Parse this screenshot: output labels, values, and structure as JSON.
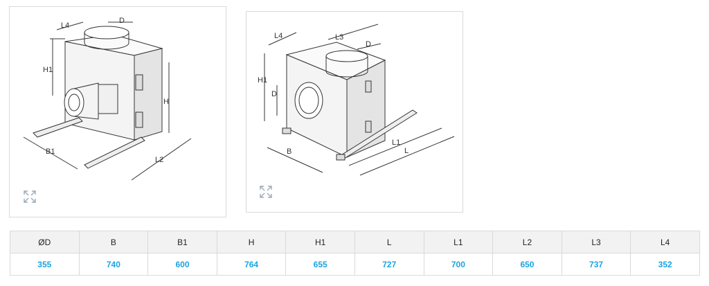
{
  "colors": {
    "value_blue": "#1ba3e0",
    "header_bg": "#f2f2f2",
    "border": "#d9d9d9",
    "line": "#333333"
  },
  "drawing1": {
    "labels": {
      "D": "D",
      "L4": "L4",
      "H1": "H1",
      "H": "H",
      "B1": "B1",
      "L2": "L2"
    },
    "expand_icon": "expand-icon"
  },
  "drawing2": {
    "labels": {
      "L4": "L4",
      "L3": "L3",
      "D_top": "D",
      "H1": "H1",
      "D_side": "D",
      "B": "B",
      "L1": "L1",
      "L": "L"
    },
    "expand_icon": "expand-icon"
  },
  "table": {
    "headers": [
      "ØD",
      "B",
      "B1",
      "H",
      "H1",
      "L",
      "L1",
      "L2",
      "L3",
      "L4"
    ],
    "values": [
      "355",
      "740",
      "600",
      "764",
      "655",
      "727",
      "700",
      "650",
      "737",
      "352"
    ]
  }
}
